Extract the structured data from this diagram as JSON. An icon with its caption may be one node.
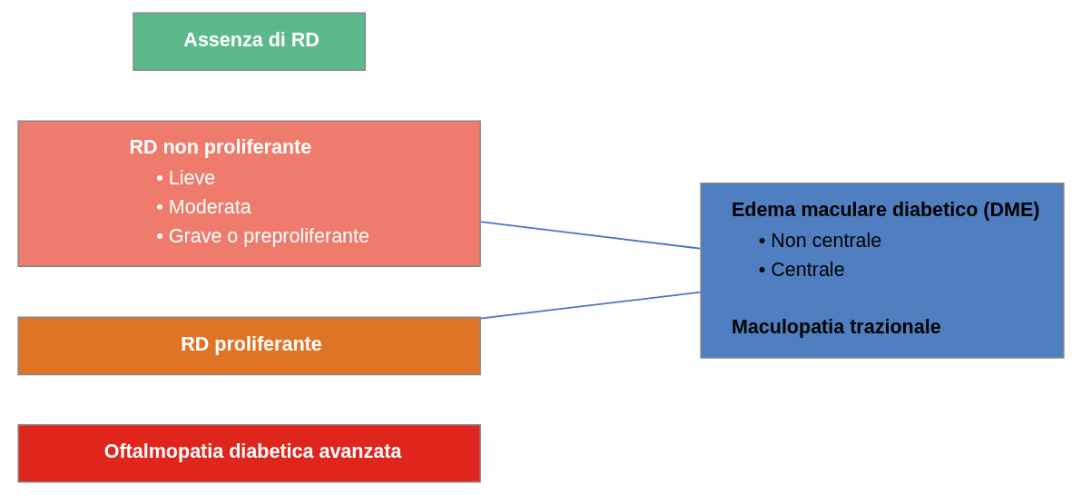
{
  "diagram": {
    "nodes": [
      {
        "text": [
          "Assenza di RD"
        ]
      },
      {
        "text": [
          "RD non proliferante",
          "• Lieve",
          "• Moderata",
          "• Grave o preproliferante"
        ]
      },
      {
        "text": [
          "RD proliferante"
        ]
      },
      {
        "text": [
          "Oftalmopatia diabetica avanzata"
        ]
      },
      {
        "text": [
          "Edema maculare diabetico (DME)",
          "• Non centrale",
          "• Centrale",
          "Maculopatia trazionale"
        ]
      }
    ],
    "edges": [
      {
        "from": 1,
        "to": 4,
        "arrow": "none"
      },
      {
        "from": 2,
        "to": 4,
        "arrow": "none"
      }
    ]
  }
}
